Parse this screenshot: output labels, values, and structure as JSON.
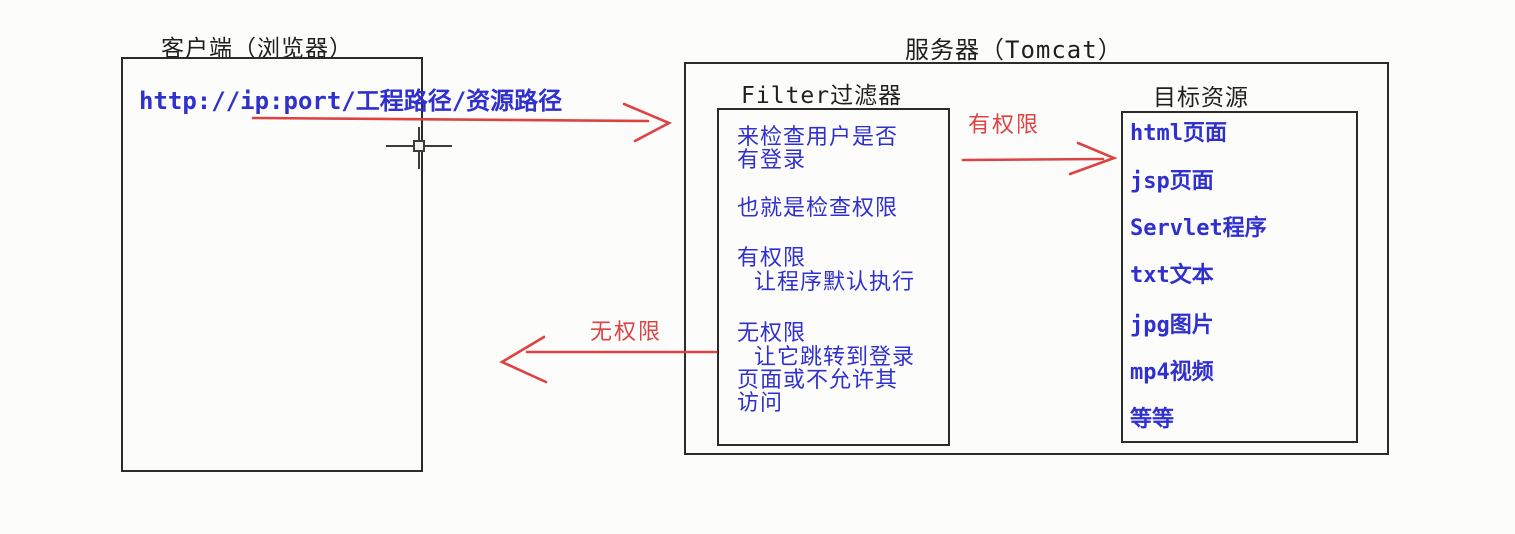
{
  "client": {
    "title": "客户端（浏览器）",
    "request_url": "http://ip:port/工程路径/资源路径"
  },
  "server": {
    "title": "服务器（Tomcat）"
  },
  "filter": {
    "title": "Filter过滤器",
    "notes": [
      "来检查用户是否",
      "有登录",
      "也就是检查权限",
      "有权限",
      "让程序默认执行",
      "无权限",
      "让它跳转到登录",
      "页面或不允许其",
      "访问"
    ]
  },
  "resources": {
    "title": "目标资源",
    "items": [
      "html页面",
      "jsp页面",
      "Servlet程序",
      "txt文本",
      "jpg图片",
      "mp4视频",
      "等等"
    ]
  },
  "labels": {
    "granted": "有权限",
    "denied": "无权限"
  },
  "colors": {
    "note_blue": "#3030cf",
    "arrow_red": "#dd4343",
    "line_black": "#2b2b2b"
  }
}
